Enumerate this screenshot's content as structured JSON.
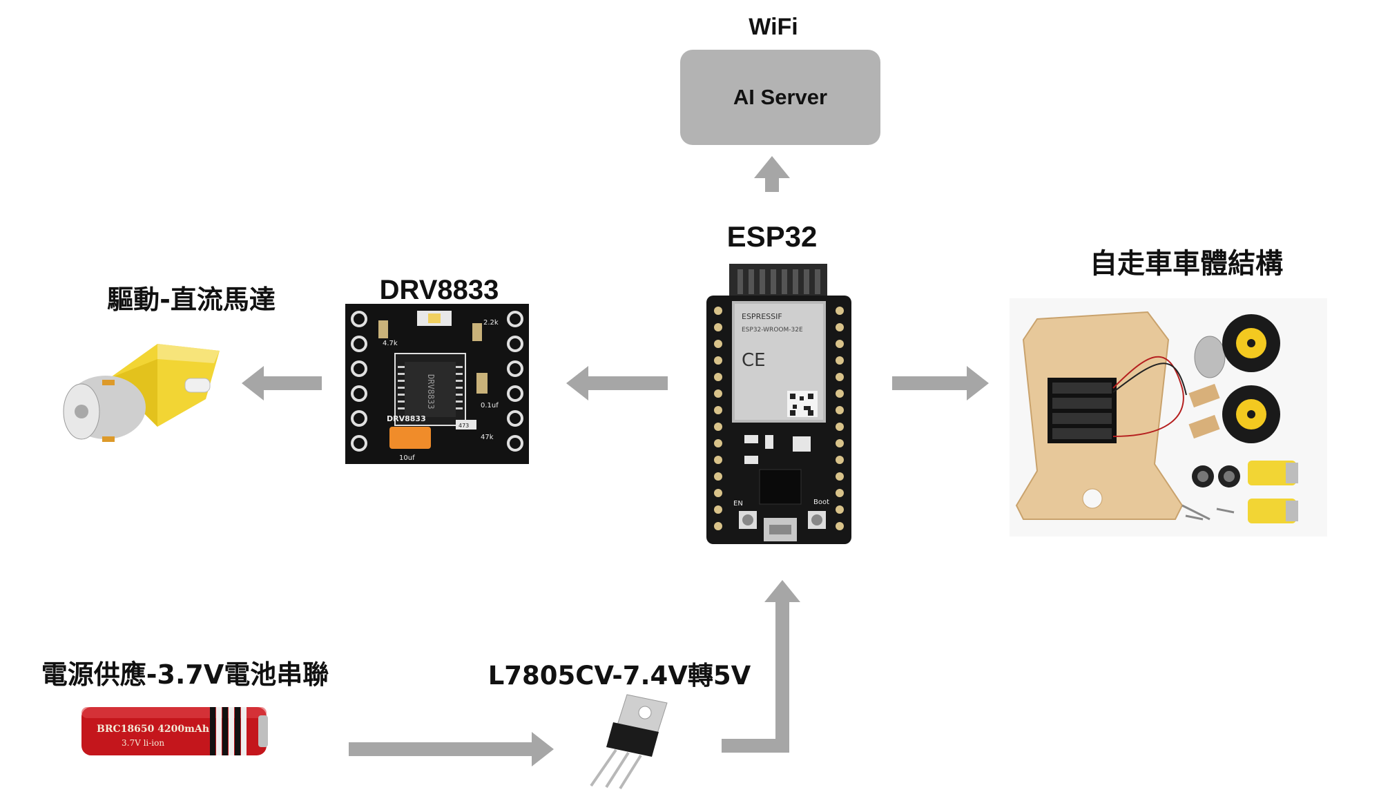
{
  "labels": {
    "wifi": "WiFi",
    "server": "AI Server",
    "esp32": "ESP32",
    "drv": "DRV8833",
    "motor": "驅動-直流馬達",
    "chassis": "自走車車體結構",
    "power": "電源供應-3.7V電池串聯",
    "regulator": "L7805CV-7.4V轉5V"
  },
  "esp32_board": {
    "brand": "ESPRESSIF",
    "module": "ESP32-WROOM-32E",
    "ce": "CE",
    "en": "EN",
    "boot": "Boot"
  },
  "drv_board": {
    "chip": "DRV8833",
    "silk": "DRV8833",
    "r1": "4.7k",
    "r2": "2.2k",
    "c1": "0.1uf",
    "c2": "10uf",
    "r3": "47k",
    "r4": "473"
  },
  "battery": {
    "model": "BRC18650 4200mAh",
    "spec": "3.7V li-ion"
  },
  "colors": {
    "arrow": "#a6a6a6",
    "server_box": "#b3b3b3",
    "pcb": "#161616",
    "motor_yellow": "#f2d534",
    "battery_red": "#c4161c",
    "acrylic": "#e7c89a"
  }
}
